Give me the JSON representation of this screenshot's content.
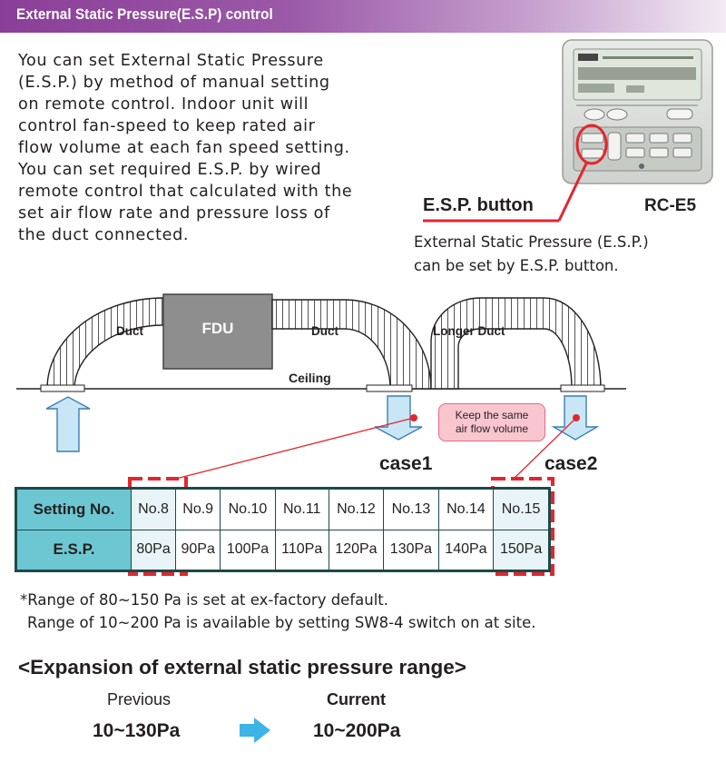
{
  "header": {
    "title": "External Static Pressure(E.S.P) control"
  },
  "intro": {
    "lines": [
      "You can set External Static Pressure",
      "(E.S.P.) by method of manual setting",
      "on remote control. Indoor unit will",
      "control fan-speed to keep rated air",
      "flow volume at each fan speed setting.",
      "You can set required E.S.P. by wired",
      "remote control that calculated with the",
      "set air flow rate and pressure loss of",
      "the duct connected."
    ]
  },
  "remote": {
    "button_label": "E.S.P. button",
    "model": "RC-E5",
    "note_lines": [
      "External Static Pressure (E.S.P.)",
      "can be set by E.S.P. button."
    ]
  },
  "diagram": {
    "duct_left": "Duct",
    "fdu": "FDU",
    "duct_right": "Duct",
    "longer_duct": "Longer Duct",
    "ceiling": "Ceiling",
    "keep_lines": [
      "Keep the same",
      "air flow volume"
    ],
    "case1": "case1",
    "case2": "case2"
  },
  "table": {
    "setting_header": "Setting No.",
    "esp_header": "E.S.P.",
    "settings": [
      "No.8",
      "No.9",
      "No.10",
      "No.11",
      "No.12",
      "No.13",
      "No.14",
      "No.15"
    ],
    "esp_values": [
      "80Pa",
      "90Pa",
      "100Pa",
      "110Pa",
      "120Pa",
      "130Pa",
      "140Pa",
      "150Pa"
    ]
  },
  "footnote": {
    "line1": "*Range of 80~150 Pa is set at ex-factory default.",
    "line2": "Range of 10~200 Pa is available by setting SW8-4 switch on at site."
  },
  "expansion": {
    "title": "<Expansion of external static pressure range>",
    "previous_label": "Previous",
    "current_label": "Current",
    "previous_value": "10~130Pa",
    "current_value": "10~200Pa"
  },
  "colors": {
    "header_purple": "#8a3f97",
    "table_header_cyan": "#6cc7d2",
    "arrow_fill": "#c8e6f5",
    "highlight_red": "#e3262f",
    "keep_box_pink": "#f9c6d0",
    "arrow_cyan": "#3cb4e5"
  }
}
